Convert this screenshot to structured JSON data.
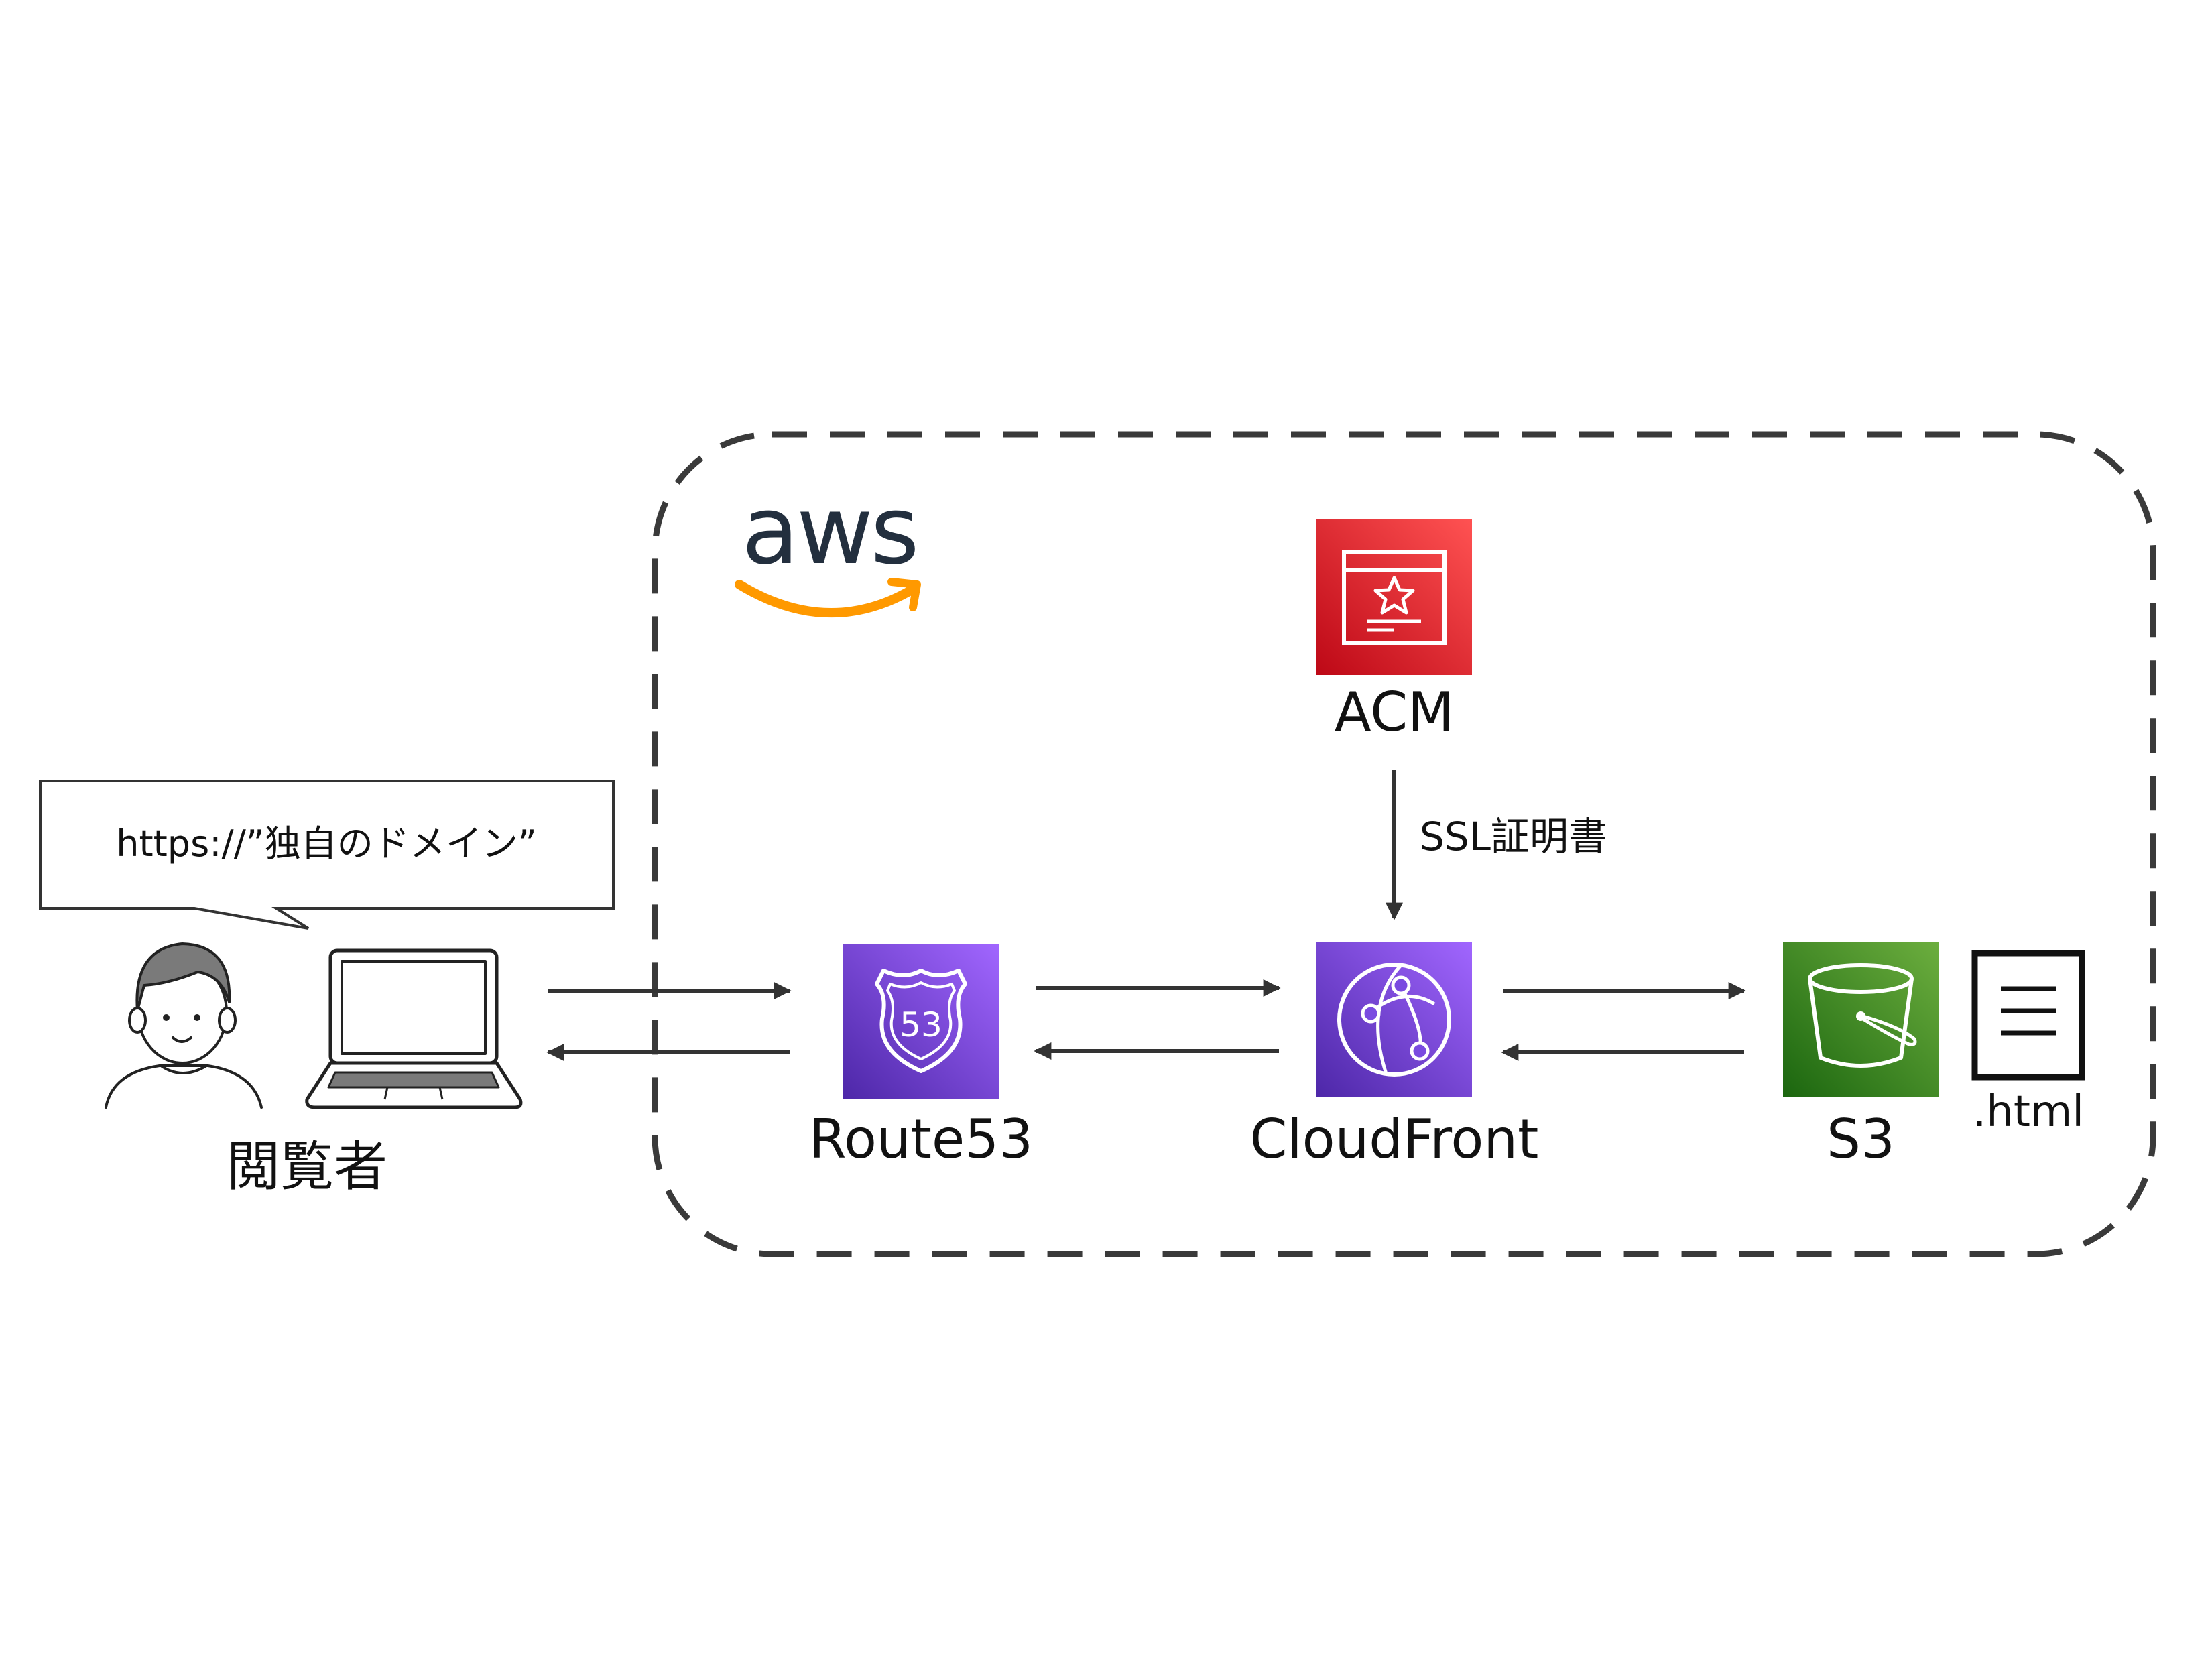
{
  "speech_bubble": {
    "text": "https://”独自のドメイン”"
  },
  "viewer": {
    "label": "閲覧者"
  },
  "aws": {
    "logo_text": "aws"
  },
  "services": {
    "acm": {
      "label": "ACM",
      "color": "#e0242f"
    },
    "route53": {
      "label": "Route53",
      "badge": "53",
      "color": "#6a3fd6"
    },
    "cloudfront": {
      "label": "CloudFront",
      "color": "#6a3fd6"
    },
    "s3": {
      "label": "S3",
      "color": "#3d8d22"
    }
  },
  "file": {
    "label": ".html"
  },
  "edges": {
    "acm_to_cloudfront": "SSL証明書"
  },
  "colors": {
    "dashed_border": "#3a3a3a",
    "arrow": "#333333",
    "aws_text": "#232f3e",
    "aws_smile": "#ff9900",
    "person_hair": "#7a7a7a"
  },
  "icons": [
    "person-icon",
    "laptop-icon",
    "aws-logo",
    "acm-icon",
    "route53-icon",
    "cloudfront-icon",
    "s3-icon",
    "document-icon"
  ]
}
